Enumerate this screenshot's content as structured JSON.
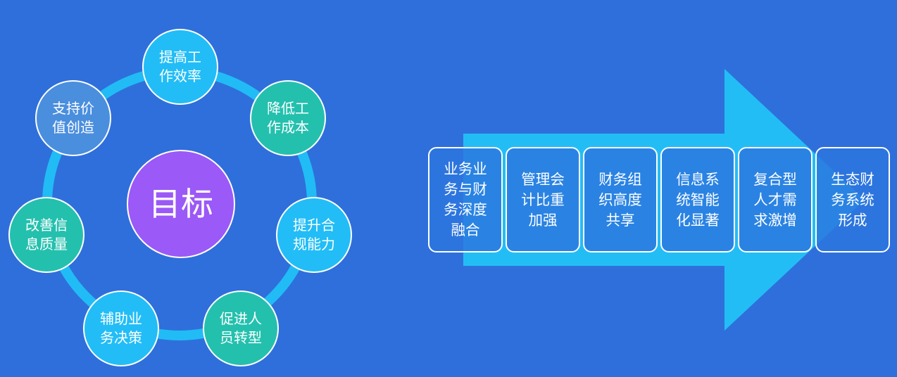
{
  "colors": {
    "background": "#2f6fdb",
    "ring": "#21bcf5",
    "center": "#9b59f7",
    "node_cyan": "#22bdf6",
    "node_teal": "#24c0ae",
    "node_steel": "#4a8ede",
    "arrow": "#23bdf6",
    "box": "#2c76de"
  },
  "goal": {
    "center_label": "目标",
    "nodes": [
      {
        "label": "提高工\n作效率",
        "color": "#22bdf6"
      },
      {
        "label": "降低工\n作成本",
        "color": "#24c0ae"
      },
      {
        "label": "提升合\n规能力",
        "color": "#22bdf6"
      },
      {
        "label": "促进人\n员转型",
        "color": "#24c0ae"
      },
      {
        "label": "辅助业\n务决策",
        "color": "#22bdf6"
      },
      {
        "label": "改善信\n息质量",
        "color": "#24c0ae"
      },
      {
        "label": "支持价\n值创造",
        "color": "#4a8ede"
      }
    ]
  },
  "trends": [
    {
      "label": "业务业\n务与财\n务深度\n融合"
    },
    {
      "label": "管理会\n计比重\n加强"
    },
    {
      "label": "财务组\n织高度\n共享"
    },
    {
      "label": "信息系\n统智能\n化显著"
    },
    {
      "label": "复合型\n人才需\n求激增"
    },
    {
      "label": "生态财\n务系统\n形成"
    }
  ]
}
